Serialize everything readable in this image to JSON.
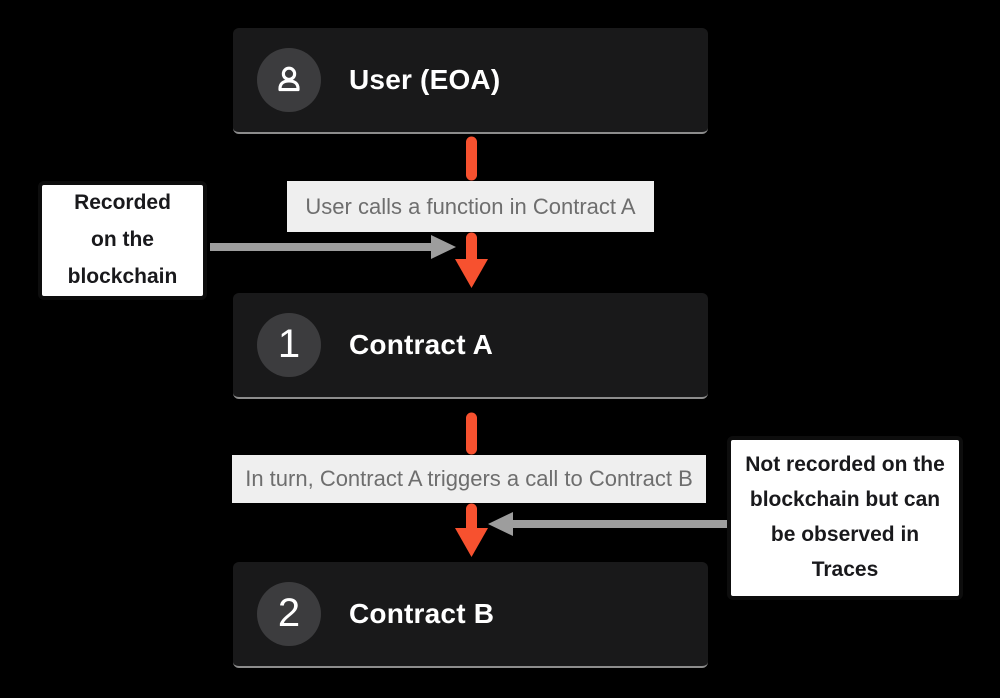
{
  "colors": {
    "background": "#000000",
    "node_bg": "#19191a",
    "node_circle": "#3c3c3e",
    "node_text": "#ffffff",
    "label_bg": "#efefef",
    "label_text": "#6e6e6e",
    "annotation_bg": "#ffffff",
    "annotation_border": "#0d0d0d",
    "annotation_text": "#19191c",
    "flow_arrow": "#f7512f",
    "note_arrow": "#9d9d9d"
  },
  "nodes": {
    "user": {
      "icon": "user-icon",
      "title": "User (EOA)"
    },
    "contract_a": {
      "badge": "1",
      "title": "Contract A"
    },
    "contract_b": {
      "badge": "2",
      "title": "Contract B"
    }
  },
  "edges": {
    "call_1": {
      "label": "User calls a function in Contract A"
    },
    "call_2": {
      "label": "In turn, Contract A triggers a call to Contract B"
    }
  },
  "annotations": {
    "recorded": {
      "lines": [
        "Recorded",
        "on the",
        "blockchain"
      ]
    },
    "not_recorded": {
      "lines": [
        "Not recorded on the",
        "blockchain but can",
        "be observed in",
        "Traces"
      ]
    }
  }
}
